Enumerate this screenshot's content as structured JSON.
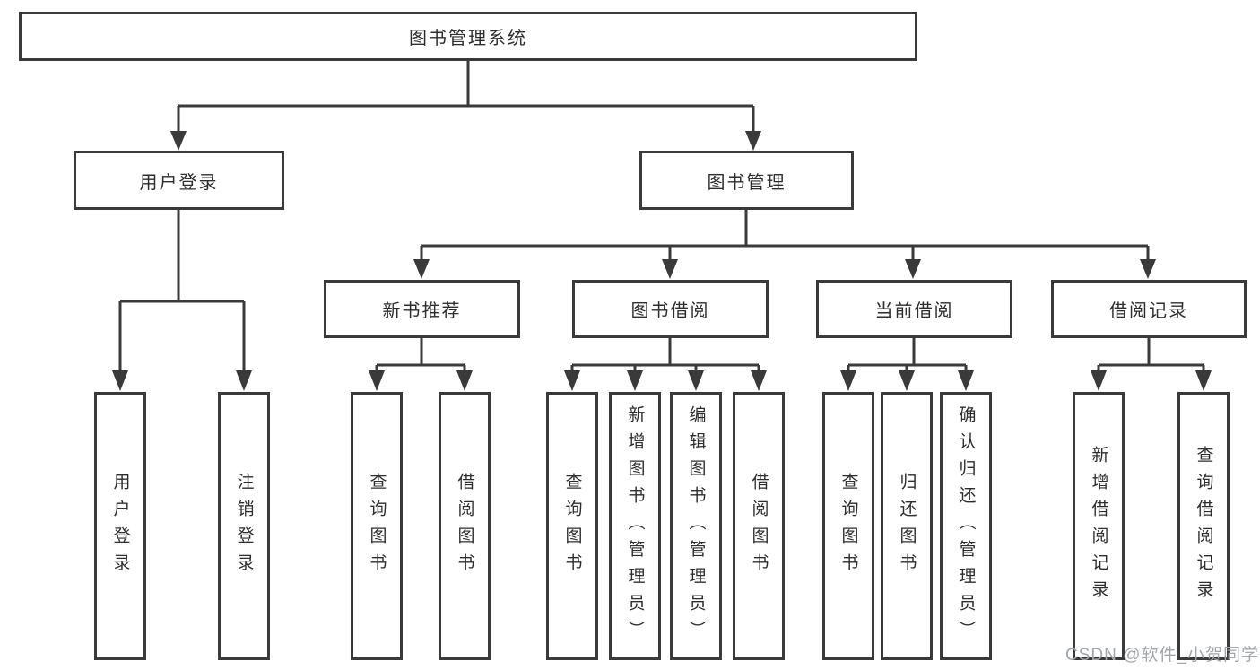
{
  "tree": {
    "root": "图书管理系统",
    "branches": [
      {
        "label": "用户登录",
        "leaves": [
          "用户登录",
          "注销登录"
        ]
      },
      {
        "label": "图书管理",
        "groups": [
          {
            "label": "新书推荐",
            "leaves": [
              "查询图书",
              "借阅图书"
            ]
          },
          {
            "label": "图书借阅",
            "leaves": [
              "查询图书",
              "新增图书（管理员）",
              "编辑图书（管理员）",
              "借阅图书"
            ]
          },
          {
            "label": "当前借阅",
            "leaves": [
              "查询图书",
              "归还图书",
              "确认归还（管理员）"
            ]
          },
          {
            "label": "借阅记录",
            "leaves": [
              "新增借阅记录",
              "查询借阅记录"
            ]
          }
        ]
      }
    ]
  },
  "watermark": "CSDN @软件_小贺同学",
  "colors": {
    "line": "#3a3a3a",
    "text": "#2d2d2d",
    "watermark": "#a2a6ab",
    "background": "#ffffff"
  }
}
